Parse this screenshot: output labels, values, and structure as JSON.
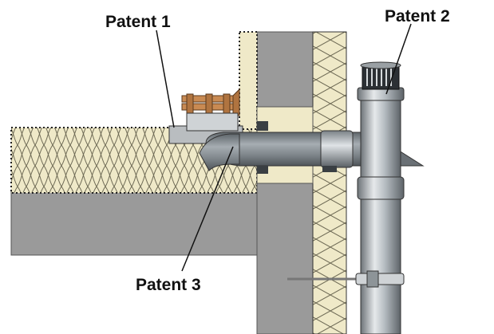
{
  "labels": {
    "patent1": "Patent 1",
    "patent2": "Patent 2",
    "patent3": "Patent 3"
  },
  "colors": {
    "concrete": "#9a9a9a",
    "concrete_dark": "#7d7d7d",
    "insulation": "#efe9c8",
    "insulation_line": "#6e6a55",
    "pipe_light": "#d9dde0",
    "pipe_mid": "#a9b0b5",
    "pipe_dark": "#5f666b",
    "wood": "#c98a52"
  }
}
